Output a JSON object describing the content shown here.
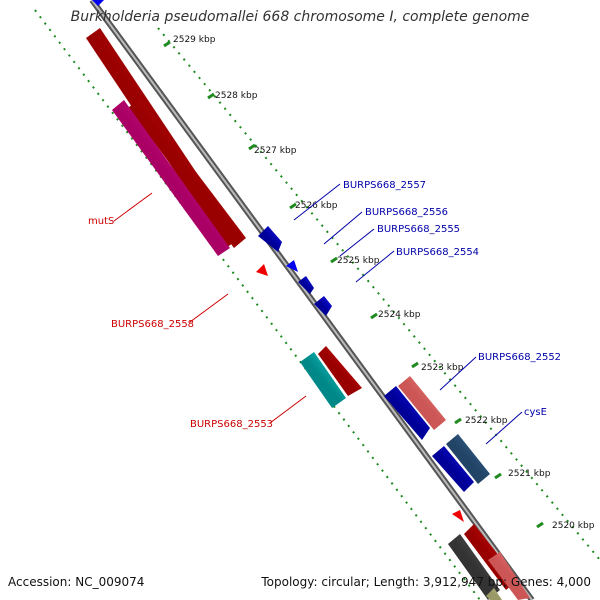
{
  "title": "Burkholderia pseudomallei 668 chromosome I, complete genome",
  "accession_text": "Accession: NC_009074",
  "summary_text": "Topology: circular; Length: 3,912,947 bp; Genes: 4,000",
  "kbp_ticks": [
    "2529 kbp",
    "2528 kbp",
    "2527 kbp",
    "2526 kbp",
    "2525 kbp",
    "2524 kbp",
    "2523 kbp",
    "2522 kbp",
    "2521 kbp",
    "2520 kbp"
  ],
  "gene_labels": [
    {
      "text": "BURPS668_2557",
      "color": "#0000aa"
    },
    {
      "text": "BURPS668_2556",
      "color": "#0000aa"
    },
    {
      "text": "BURPS668_2555",
      "color": "#0000aa"
    },
    {
      "text": "BURPS668_2554",
      "color": "#0000aa"
    },
    {
      "text": "BURPS668_2552",
      "color": "#0000aa"
    },
    {
      "text": "cysE",
      "color": "#0000aa"
    },
    {
      "text": "mutS",
      "color": "#cc0000"
    },
    {
      "text": "BURPS668_2558",
      "color": "#cc0000"
    },
    {
      "text": "BURPS668_2553",
      "color": "#cc0000"
    }
  ],
  "colors": {
    "backbone": "#999999",
    "tick_green": "#1f8a1f",
    "cds_forward": "#0000ee",
    "cds_reverse": "#ee0000",
    "mutS_pink": "#ee2299",
    "cyan_feature": "#22cccc",
    "light_red": "#ee8888",
    "steel_blue": "#4477aa",
    "dark_grey": "#555555"
  }
}
